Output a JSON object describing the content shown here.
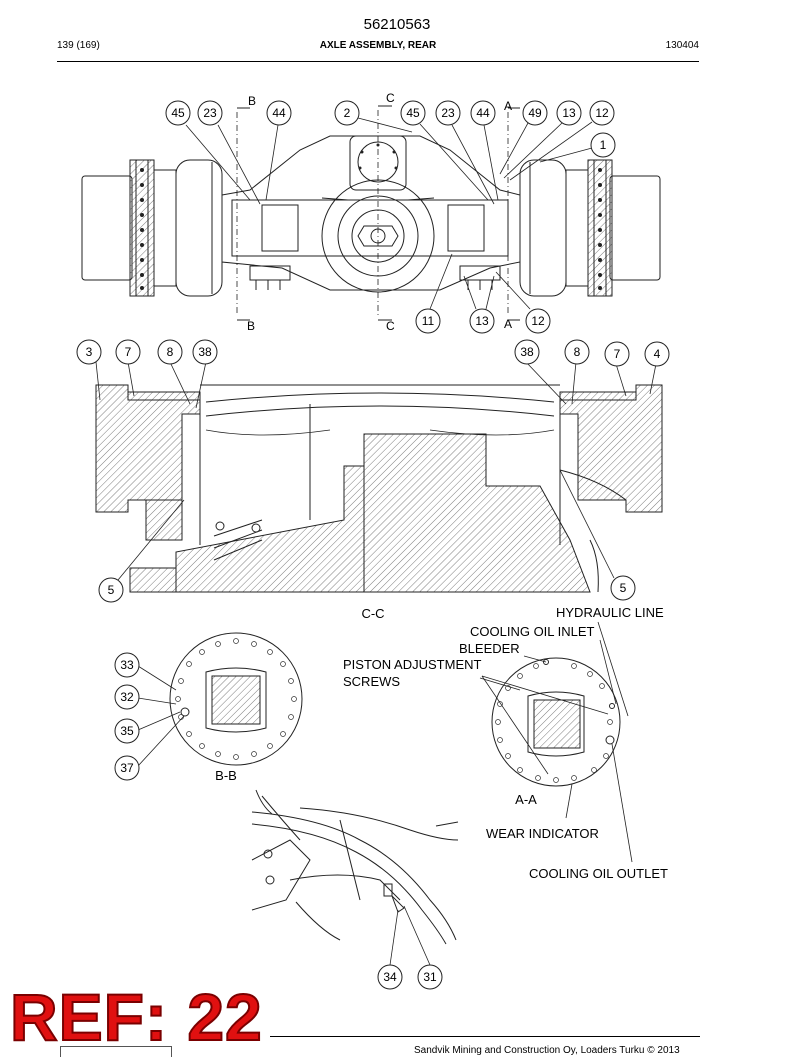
{
  "header": {
    "doc_number": "56210563",
    "page_ref": "139 (169)",
    "title": "AXLE ASSEMBLY, REAR",
    "date_code": "130404"
  },
  "callouts_top": [
    "45",
    "23",
    "44",
    "2",
    "45",
    "23",
    "44",
    "49",
    "13",
    "12",
    "1",
    "11",
    "13",
    "12"
  ],
  "section_marks": {
    "b_top": "B",
    "c_top": "C",
    "a_top": "A",
    "b_bottom": "B",
    "c_bottom": "C",
    "a_bottom": "A"
  },
  "callouts_middle": [
    "3",
    "7",
    "8",
    "38",
    "38",
    "8",
    "7",
    "4",
    "5",
    "5"
  ],
  "callouts_bb": [
    "33",
    "32",
    "35",
    "37"
  ],
  "callouts_detail": [
    "34",
    "31"
  ],
  "section_labels": {
    "cc": "C-C",
    "bb": "B-B",
    "aa": "A-A"
  },
  "annotations": {
    "hydraulic_line": "HYDRAULIC LINE",
    "cooling_oil_inlet": "COOLING OIL INLET",
    "bleeder": "BLEEDER",
    "piston_adjustment_1": "PISTON ADJUSTMENT",
    "piston_adjustment_2": "SCREWS",
    "wear_indicator": "WEAR INDICATOR",
    "cooling_oil_outlet": "COOLING OIL OUTLET"
  },
  "stamp": "REF: 22",
  "footer": "Sandvik Mining and Construction Oy, Loaders Turku © 2013"
}
